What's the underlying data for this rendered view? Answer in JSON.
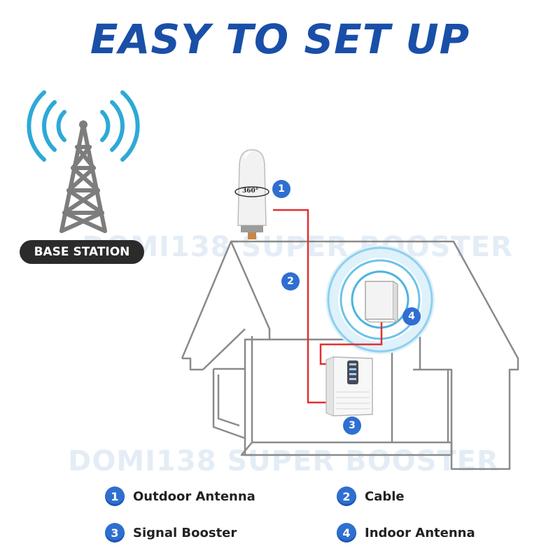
{
  "title": "EASY TO SET UP",
  "watermark": "DOMI138 SUPER BOOSTER",
  "base_station_label": "BASE STATION",
  "antenna_rotation_label": "360°",
  "markers": {
    "outdoor_antenna": "1",
    "cable": "2",
    "signal_booster": "3",
    "indoor_antenna": "4"
  },
  "legend": [
    {
      "number": "1",
      "label": "Outdoor Antenna"
    },
    {
      "number": "2",
      "label": "Cable"
    },
    {
      "number": "3",
      "label": "Signal Booster"
    },
    {
      "number": "4",
      "label": "Indoor Antenna"
    }
  ],
  "colors": {
    "title": "#1a4fa8",
    "badge": "#2f6fd0",
    "cable": "#e03030",
    "signal": "#2ea9d6",
    "house_outline": "#8a8a8a"
  }
}
